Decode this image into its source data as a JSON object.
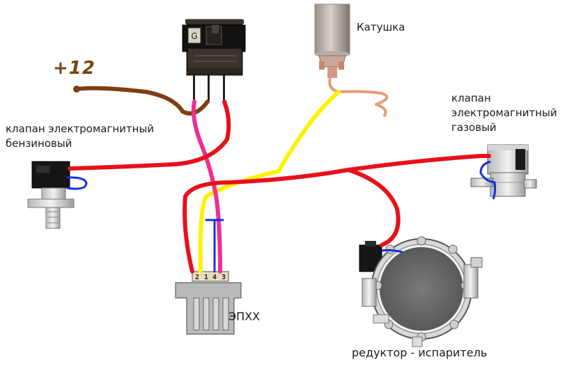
{
  "labels": {
    "power": "+12",
    "coil": "Катушка",
    "gas_valve": [
      "клапан",
      "электромагнитный",
      "газовый"
    ],
    "petrol_valve": [
      "клапан электромагнитный",
      "бензиновый"
    ],
    "ecu": "ЭПХХ",
    "reducer": "редуктор - испаритель"
  },
  "ecu_pins": [
    "2",
    "1",
    "4",
    "3"
  ],
  "wire_colors": {
    "power": "#7b3f12",
    "red": "#e8101a",
    "pink": "#ee2f8f",
    "yellow": "#fff200",
    "blue": "#1530d8",
    "coil_lead": "#e89a78"
  }
}
